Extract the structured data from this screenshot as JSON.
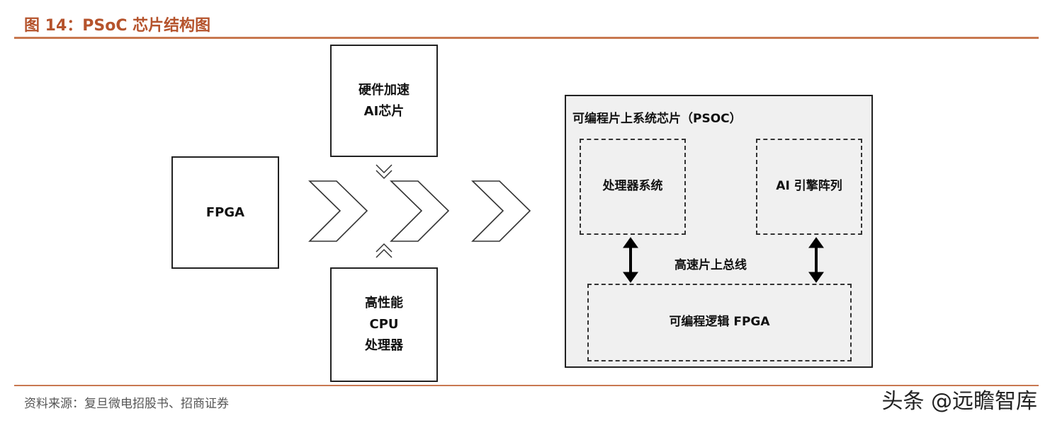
{
  "figure": {
    "title": "图 14：PSoC 芯片结构图",
    "source": "资料来源：复旦微电招股书、招商证券",
    "watermark": "头条 @远瞻智库"
  },
  "boxes": {
    "fpga": "FPGA",
    "ai_chip": [
      "硬件加速",
      "AI芯片"
    ],
    "cpu": [
      "高性能",
      "CPU",
      "处理器"
    ]
  },
  "psoc": {
    "title": "可编程片上系统芯片（PSOC）",
    "processor_system": "处理器系统",
    "ai_engine": [
      "AI",
      "引擎阵列"
    ],
    "bus": "高速片上总线",
    "logic": "可编程逻辑 FPGA"
  },
  "colors": {
    "title": "#b5532c",
    "rule": "#c87850",
    "psoc_fill": "#f0f0f0"
  }
}
